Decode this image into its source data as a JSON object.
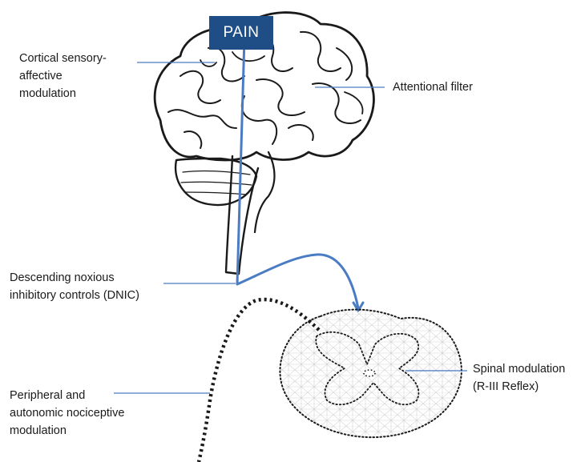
{
  "title_box": {
    "text": "PAIN",
    "color": "#1f4e87"
  },
  "labels": {
    "cortical": [
      "Cortical sensory-",
      "affective",
      "modulation"
    ],
    "attentional": [
      "Attentional filter"
    ],
    "dnic": [
      "Descending noxious",
      "inhibitory controls (DNIC)"
    ],
    "spinal": [
      "Spinal modulation",
      "(R-III Reflex)"
    ],
    "peripheral": [
      "Peripheral and",
      "autonomic nociceptive",
      "modulation"
    ]
  },
  "colors": {
    "pathway": "#4a7cc4",
    "leader_line": "#4a7cc4",
    "outline": "#1a1a1a"
  }
}
